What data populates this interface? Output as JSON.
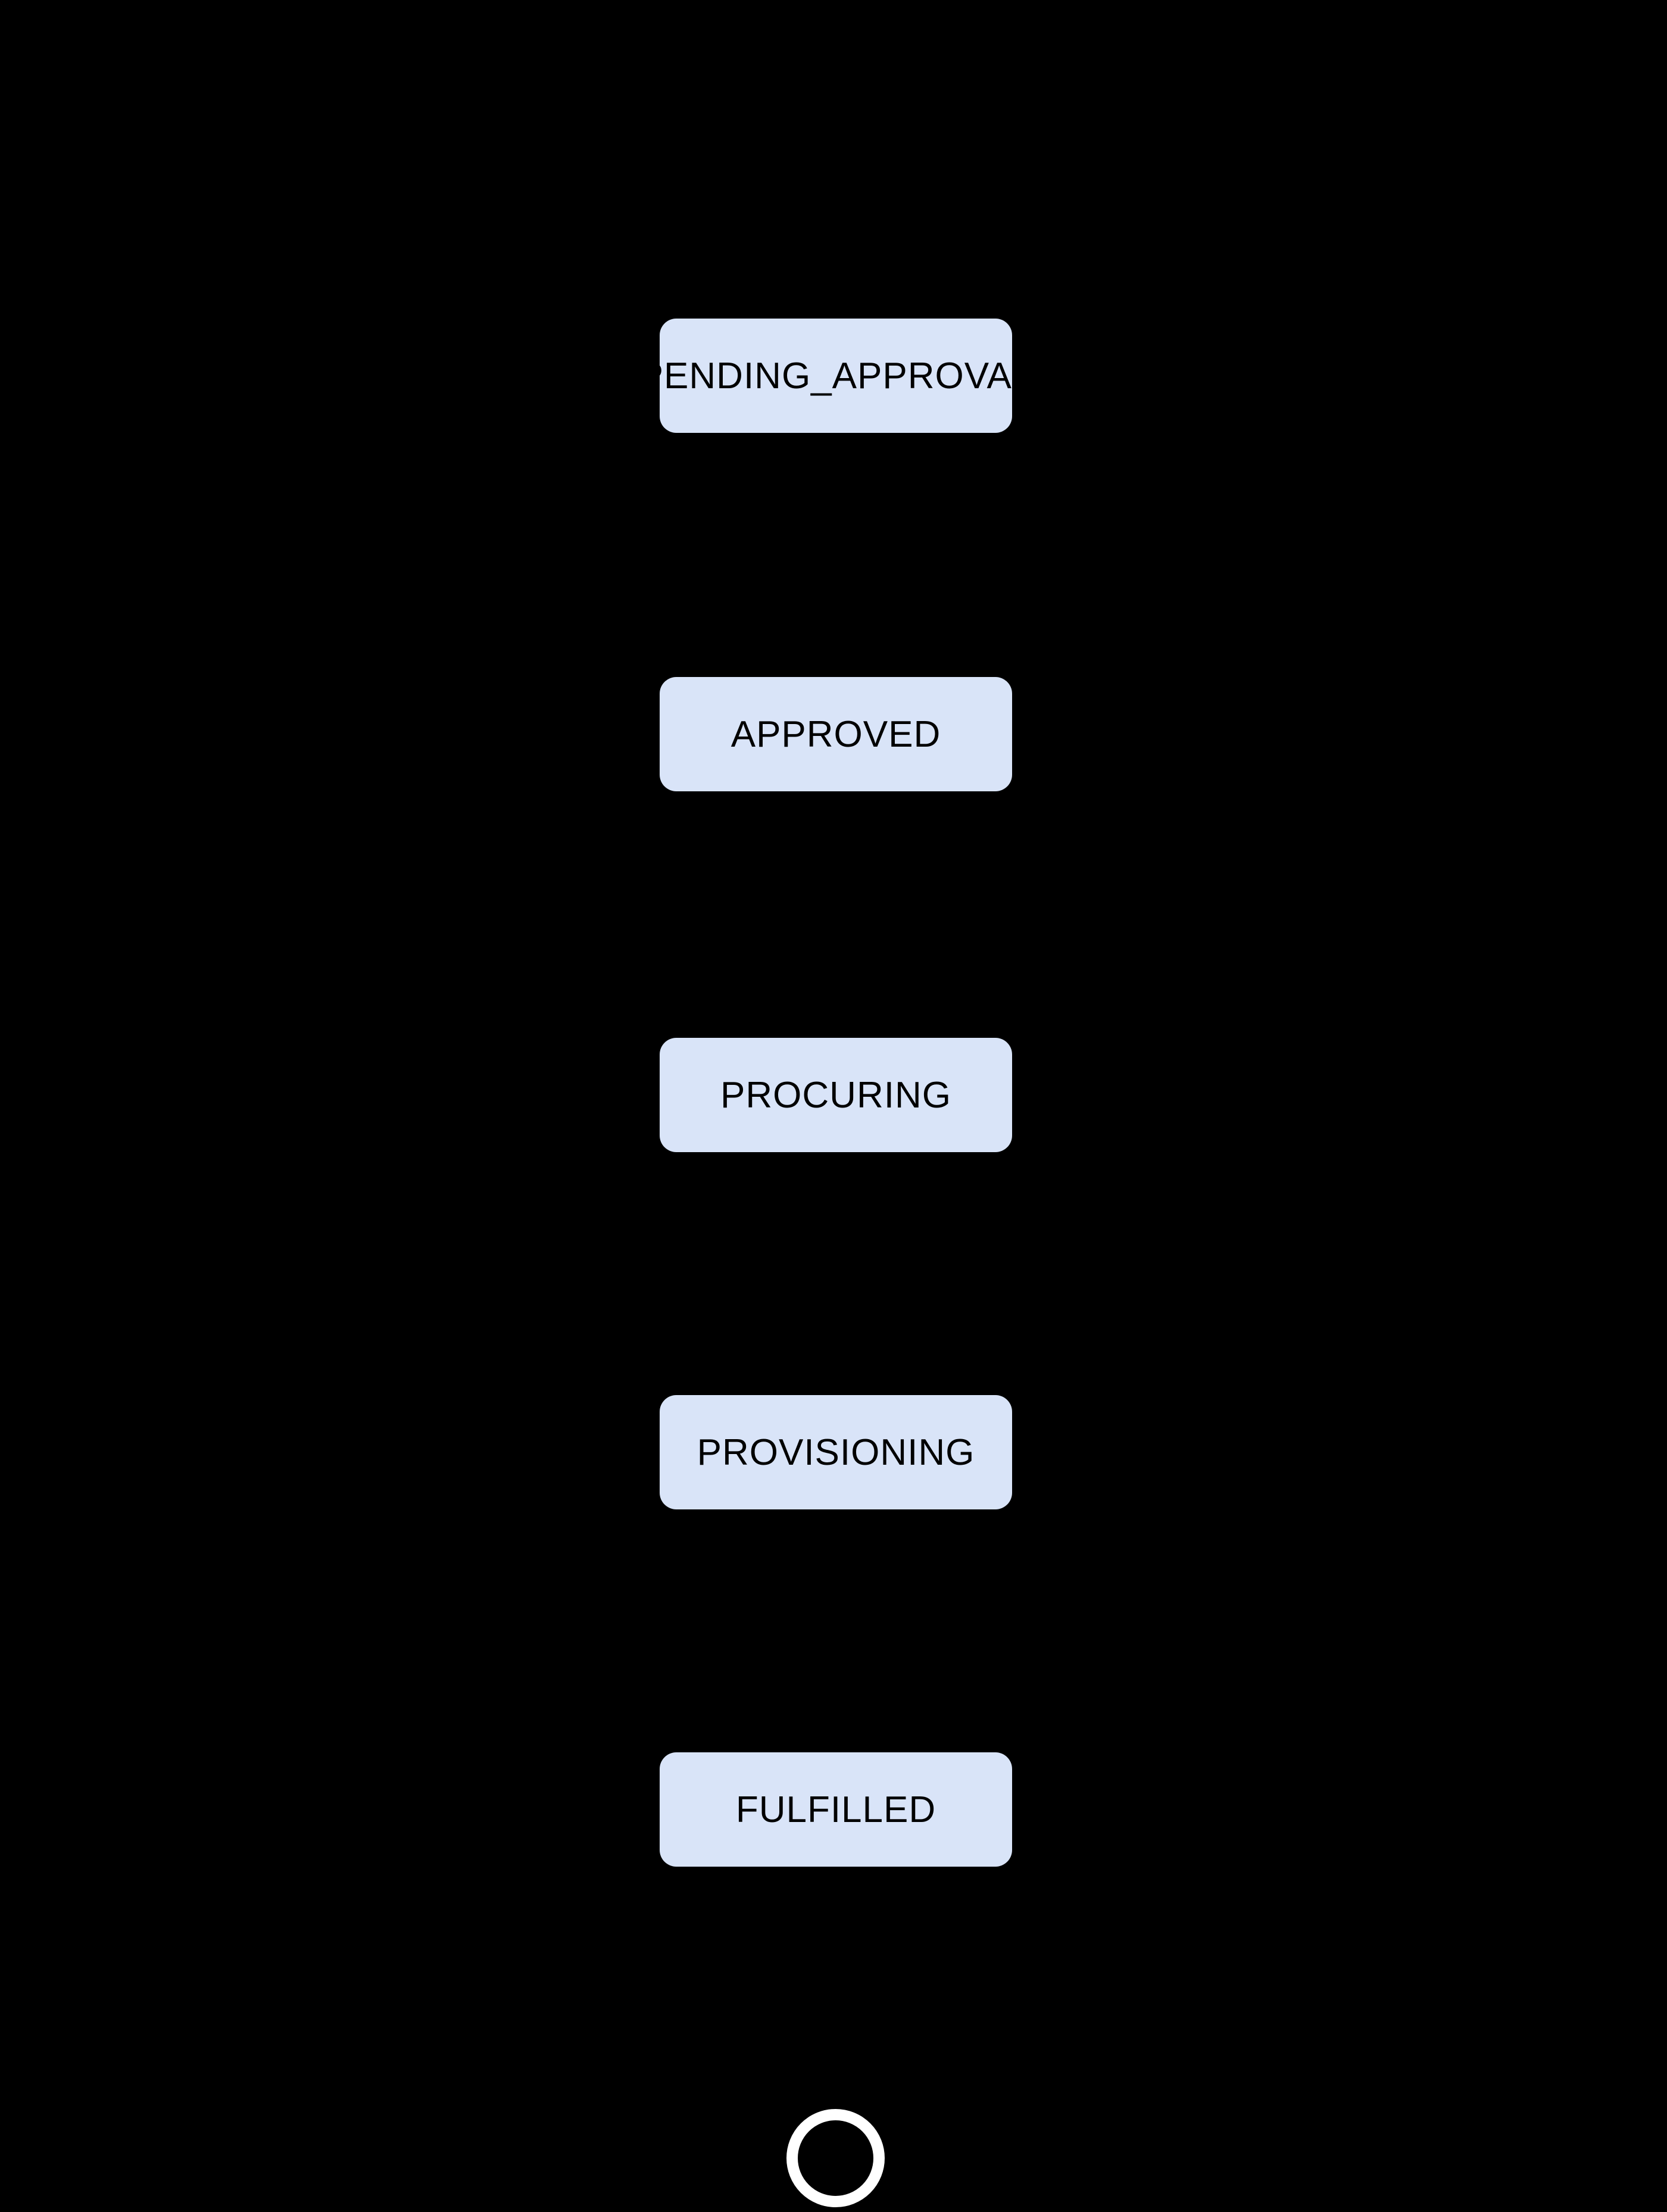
{
  "diagram": {
    "type": "state-diagram",
    "states": [
      {
        "id": "pending-approval",
        "label": "PENDING_APPROVAL"
      },
      {
        "id": "approved",
        "label": "APPROVED"
      },
      {
        "id": "procuring",
        "label": "PROCURING"
      },
      {
        "id": "provisioning",
        "label": "PROVISIONING"
      },
      {
        "id": "fulfilled",
        "label": "FULFILLED"
      }
    ],
    "end_state": {
      "shape": "circle-outline"
    },
    "colors": {
      "background": "#000000",
      "state_fill": "#d9e4f8",
      "state_text": "#000000",
      "end_state_ring": "#ffffff"
    }
  }
}
